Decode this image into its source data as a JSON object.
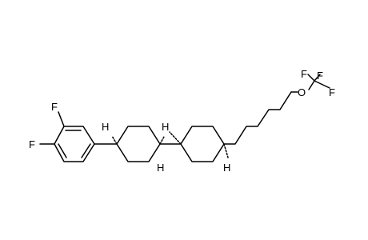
{
  "molecule": {
    "atoms": {
      "F1": "F",
      "F2": "F",
      "F3": "F",
      "F4": "F",
      "F5": "F",
      "O": "O",
      "H1": "H",
      "H2": "H",
      "H3": "H",
      "H4": "H"
    },
    "colors": {
      "bond": "#000000",
      "label": "#000000",
      "background": "#ffffff"
    }
  }
}
